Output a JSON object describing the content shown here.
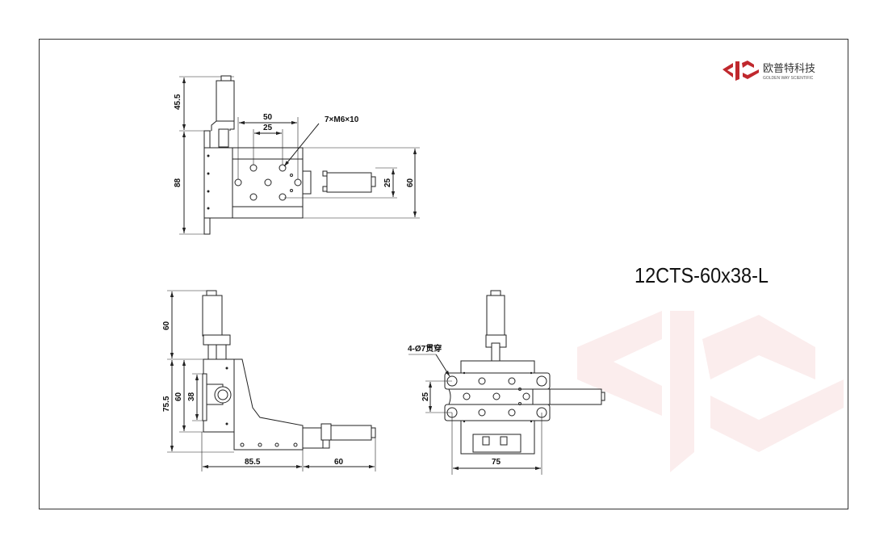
{
  "drawing": {
    "model": "12CTS-60x38-L",
    "logo": {
      "name_cn": "欧普特科技",
      "name_en": "GOLDEN WAY SCIENTIFIC",
      "color": "#c0282d"
    },
    "top_view": {
      "dims": {
        "height_mic": "45.5",
        "height_total": "88",
        "hole_span_50": "50",
        "hole_span_25": "25",
        "width_60": "60",
        "inner_25": "25"
      },
      "hole_note": "7×M6×10"
    },
    "side_view": {
      "dims": {
        "mic_height": "60",
        "height_75_5": "75.5",
        "inner_60": "60",
        "inner_38": "38",
        "length_85_5": "85.5",
        "mic_length": "60"
      }
    },
    "front_view": {
      "dims": {
        "spacing_25": "25",
        "width_75": "75"
      },
      "hole_note": "4-Ø7贯穿"
    }
  }
}
